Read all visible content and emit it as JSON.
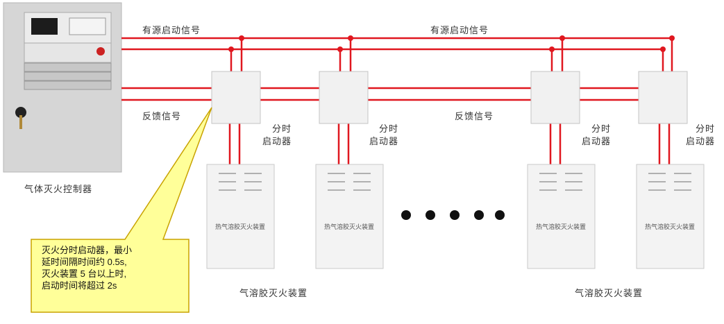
{
  "labels": {
    "signal_left": "有源启动信号",
    "signal_right": "有源启动信号",
    "feedback_left": "反馈信号",
    "feedback_right": "反馈信号",
    "controller": "气体灭火控制器",
    "starter_line1": "分时",
    "starter_line2": "启动器",
    "device_label": "热气溶胶灭火装置",
    "group_left": "气溶胶灭火装置",
    "group_right": "气溶胶灭火装置"
  },
  "callout": {
    "lines": [
      "灭火分时启动器，最小",
      "延时间隔时间约 0.5s,",
      "灭火装置 5 台以上时,",
      "启动时间将超过 2s"
    ]
  },
  "colors": {
    "wire": "#e0171f",
    "callout_fill": "#ffff99",
    "callout_stroke": "#c8a200",
    "cabinet": "#d8d8d8"
  }
}
